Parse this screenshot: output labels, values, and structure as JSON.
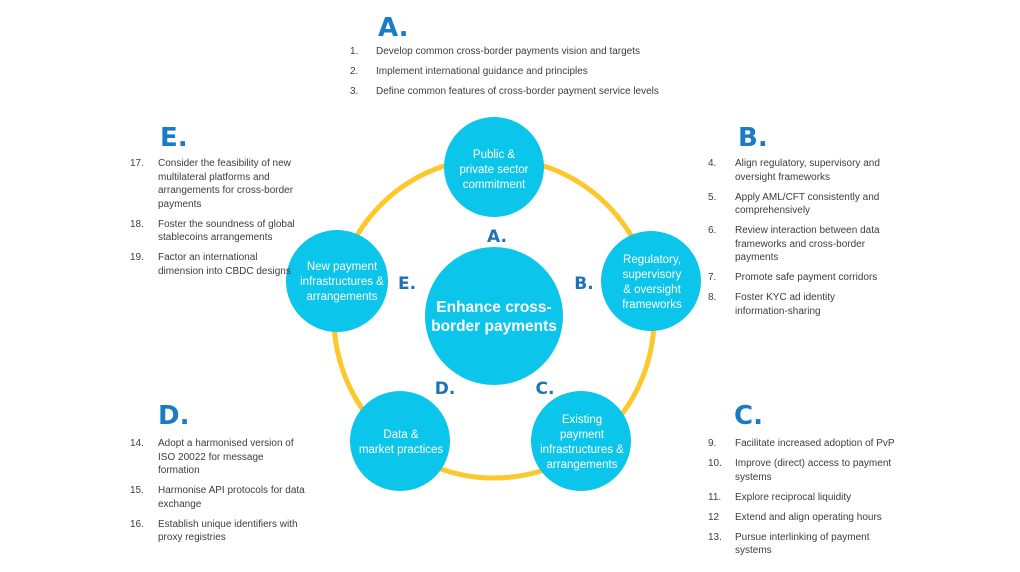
{
  "colors": {
    "node_fill": "#0bc5eb",
    "ring": "#fcc82c",
    "letter_heading": "#1a7cc6",
    "letter_inner": "#1e72b8",
    "body_text": "#3d3d3d"
  },
  "center": {
    "lines": [
      "Enhance cross-",
      "border payments"
    ]
  },
  "nodes": [
    {
      "id": "A",
      "letter": "A.",
      "lines": [
        "Public &",
        "private sector",
        "commitment"
      ]
    },
    {
      "id": "B",
      "letter": "B.",
      "lines": [
        "Regulatory,",
        "supervisory",
        "& oversight",
        "frameworks"
      ]
    },
    {
      "id": "C",
      "letter": "C.",
      "lines": [
        "Existing",
        "payment",
        "infrastructures &",
        "arrangements"
      ]
    },
    {
      "id": "D",
      "letter": "D.",
      "lines": [
        "Data &",
        "market practices"
      ]
    },
    {
      "id": "E",
      "letter": "E.",
      "lines": [
        "New payment",
        "infrastructures &",
        "arrangements"
      ]
    }
  ],
  "panels": {
    "A": {
      "letter": "A.",
      "items": [
        {
          "num": "1.",
          "text": "Develop common cross-border payments vision and targets"
        },
        {
          "num": "2.",
          "text": "Implement international guidance and principles"
        },
        {
          "num": "3.",
          "text": "Define common features of cross-border payment service levels"
        }
      ]
    },
    "B": {
      "letter": "B.",
      "items": [
        {
          "num": "4.",
          "text": "Align regulatory, supervisory and oversight frameworks"
        },
        {
          "num": "5.",
          "text": "Apply AML/CFT consistently and comprehensively"
        },
        {
          "num": "6.",
          "text": "Review interaction between data frameworks and cross-border payments"
        },
        {
          "num": "7.",
          "text": "Promote safe payment corridors"
        },
        {
          "num": "8.",
          "text": "Foster KYC ad identity information-sharing"
        }
      ]
    },
    "C": {
      "letter": "C.",
      "items": [
        {
          "num": "9.",
          "text": "Facilitate increased adoption of PvP"
        },
        {
          "num": "10.",
          "text": "Improve (direct) access to payment systems"
        },
        {
          "num": "11.",
          "text": "Explore reciprocal liquidity"
        },
        {
          "num": "12",
          "text": "Extend and align operating hours"
        },
        {
          "num": "13.",
          "text": "Pursue interlinking of payment systems"
        }
      ]
    },
    "D": {
      "letter": "D.",
      "items": [
        {
          "num": "14.",
          "text": "Adopt a harmonised version of ISO 20022 for message formation"
        },
        {
          "num": "15.",
          "text": "Harmonise API protocols for data exchange"
        },
        {
          "num": "16.",
          "text": "Establish unique identifiers with proxy registries"
        }
      ]
    },
    "E": {
      "letter": "E.",
      "items": [
        {
          "num": "17.",
          "text": "Consider the feasibility of new multilateral platforms and arrangements for cross-border payments"
        },
        {
          "num": "18.",
          "text": "Foster the soundness of global stablecoins arrangements"
        },
        {
          "num": "19.",
          "text": "Factor an international dimension into CBDC designs"
        }
      ]
    }
  }
}
